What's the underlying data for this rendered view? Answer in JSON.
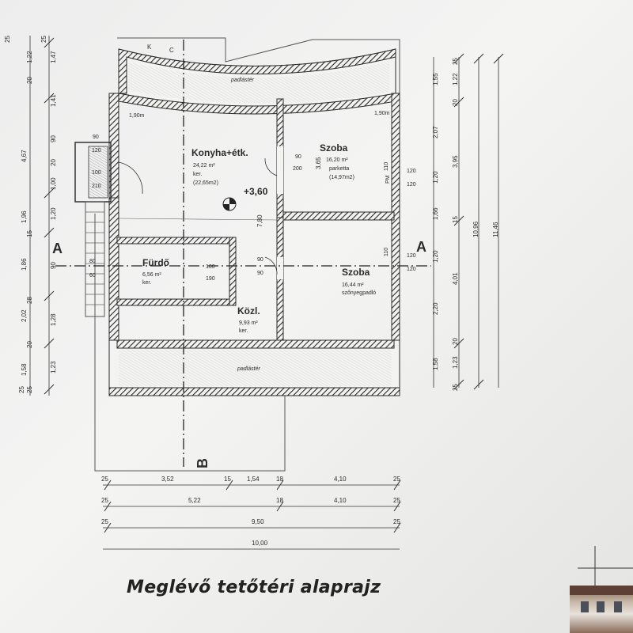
{
  "title": "Meglévő tetőtéri alaprajz",
  "axes": {
    "a_left": "A",
    "a_right": "A",
    "b": "B"
  },
  "hatch_label": "padlástér",
  "height_mark": "+3,60",
  "rooms": {
    "kitchen": {
      "name": "Konyha+étk.",
      "area": "24,22 m²",
      "floor": "ker.",
      "note": "(22,65m2)"
    },
    "room1": {
      "name": "Szoba",
      "area": "16,20 m²",
      "floor": "parketta",
      "note": "(14,97m2)"
    },
    "bath": {
      "name": "Fürdő",
      "area": "6,56 m²",
      "floor": "ker."
    },
    "hall": {
      "name": "Közl.",
      "area": "9,93 m²",
      "floor": "ker."
    },
    "room2": {
      "name": "Szoba",
      "area": "16,44 m²",
      "floor": "szőnyegpadló"
    }
  },
  "inner_labels": {
    "sill_left": "1,90m",
    "sill_right": "1,90m",
    "k": "K",
    "c": "C",
    "w90": "90",
    "w120a": "120",
    "w100": "100",
    "w210": "210",
    "d90a": "90",
    "d200": "200",
    "d365": "3,65",
    "d780": "7,80",
    "d90b": "90",
    "d100": "100",
    "d190": "190",
    "d80": "80",
    "d60": "60",
    "d90c": "90",
    "pm": "PM",
    "w110a": "110",
    "w120b": "120",
    "w120c": "120",
    "w110b": "110",
    "w120d": "120",
    "w120e": "120"
  },
  "dims_left_outer": [
    "25",
    "4,67",
    "1,96",
    "1,86",
    "2,02",
    "1,58",
    "25"
  ],
  "dims_left_inner": [
    "25",
    "1,22",
    "1,47",
    "20",
    "1,41",
    "90",
    "1,00",
    "20",
    "1,20",
    "15",
    "90",
    "28",
    "1,28",
    "20",
    "1,23",
    "25"
  ],
  "dims_right_1": [
    "1,55",
    "2,07",
    "1,20",
    "1,66",
    "1,20",
    "2,20",
    "1,58"
  ],
  "dims_right_2": [
    "25",
    "1,22",
    "20",
    "3,95",
    "15",
    "4,01",
    "20",
    "1,23",
    "25"
  ],
  "dims_right_3": "10,96",
  "dims_right_4": "11,46",
  "dims_bottom": {
    "row1": [
      "25",
      "3,52",
      "15",
      "1,54",
      "18",
      "4,10",
      "25"
    ],
    "row2": [
      "25",
      "5,22",
      "18",
      "4,10",
      "25"
    ],
    "row3": [
      "25",
      "9,50",
      "25"
    ],
    "row4": "10,00"
  },
  "colors": {
    "wall": "#2a2a2a",
    "paper": "#efefee",
    "line": "#333333"
  }
}
